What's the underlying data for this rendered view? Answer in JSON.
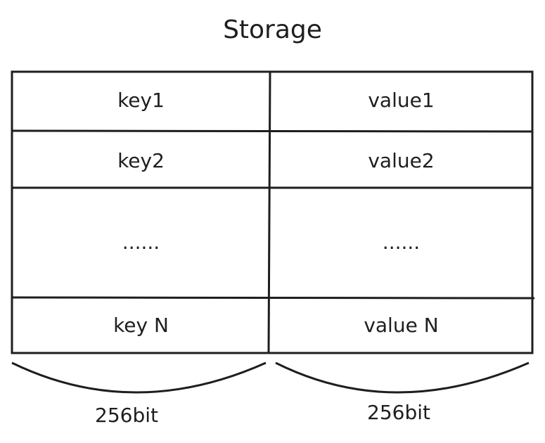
{
  "title": "Storage",
  "rows": [
    {
      "key": "key1",
      "value": "value1"
    },
    {
      "key": "key2",
      "value": "value2"
    },
    {
      "key": "......",
      "value": "......"
    },
    {
      "key": "key N",
      "value": "value N"
    }
  ],
  "widths": {
    "key": "256bit",
    "value": "256bit"
  }
}
